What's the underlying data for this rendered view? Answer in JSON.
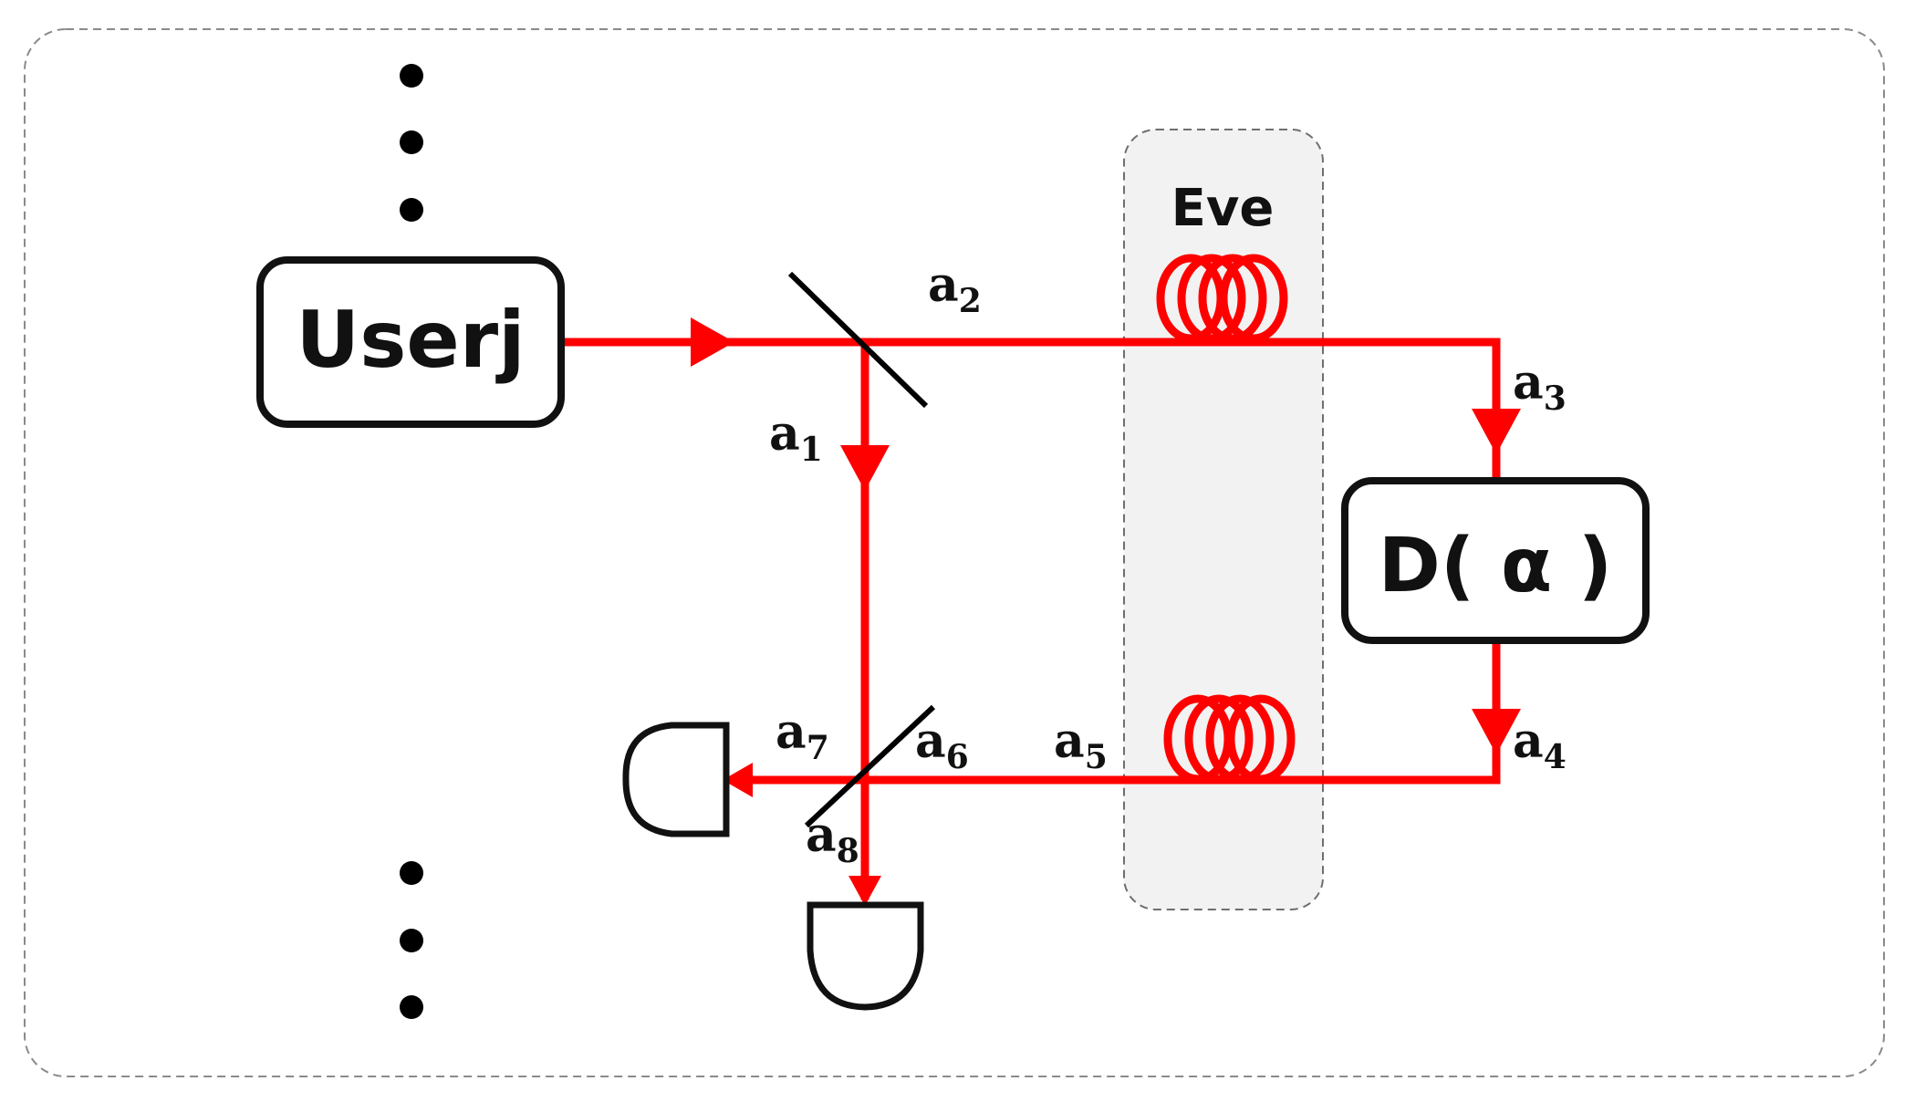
{
  "diagram": {
    "user_label": "Userj",
    "displacement_label": "D( α )",
    "eve_label": "Eve",
    "ports": [
      {
        "base": "a",
        "sub": "1"
      },
      {
        "base": "a",
        "sub": "2"
      },
      {
        "base": "a",
        "sub": "3"
      },
      {
        "base": "a",
        "sub": "4"
      },
      {
        "base": "a",
        "sub": "5"
      },
      {
        "base": "a",
        "sub": "6"
      },
      {
        "base": "a",
        "sub": "7"
      },
      {
        "base": "a",
        "sub": "8"
      }
    ],
    "colors": {
      "beam": "#ff0000",
      "outline": "#111111",
      "eve_region": "#f2f2f2",
      "border": "#8a8a8a"
    }
  }
}
